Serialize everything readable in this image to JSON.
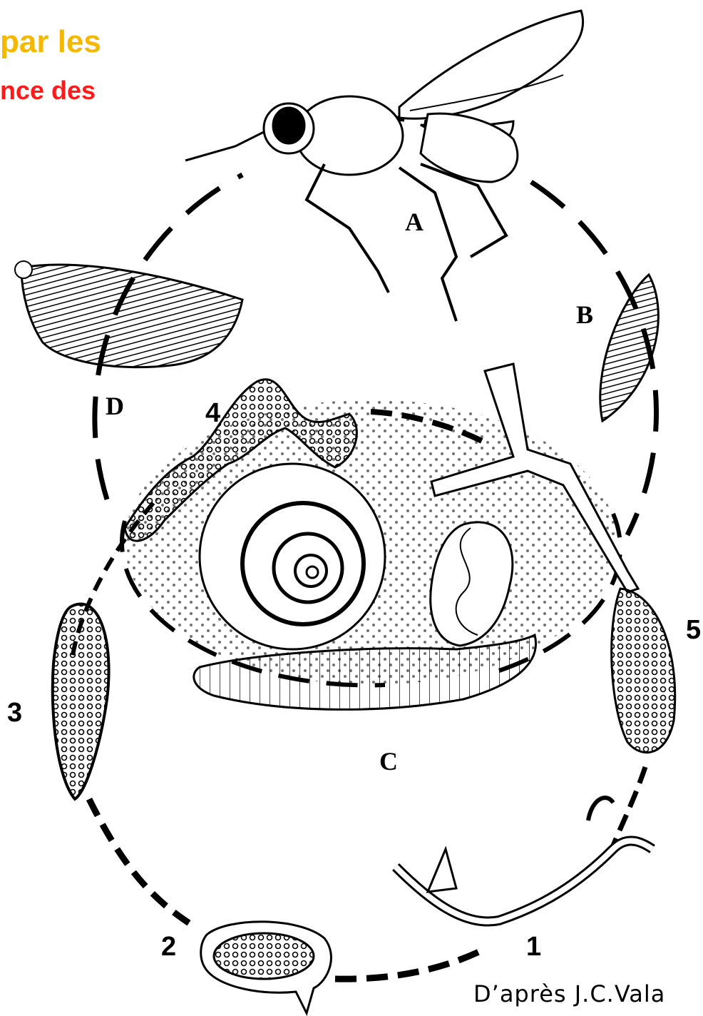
{
  "header": {
    "line1": "par les",
    "line2": "nce des",
    "line1_color": "#f5b800",
    "line2_color": "#ff1a1a"
  },
  "diagram": {
    "stage_labels": [
      "A",
      "B",
      "C",
      "D"
    ],
    "step_labels": [
      "1",
      "2",
      "3",
      "4",
      "5"
    ],
    "icons": [
      "fly-icon",
      "egg-icon",
      "larva-icon",
      "puparium-icon",
      "snail-shell-icon",
      "snail-icon",
      "parasite-icon",
      "sporocyst-icon",
      "miracidium-icon",
      "cercaria-icon"
    ]
  },
  "credit": "D’après J.C.Vala"
}
